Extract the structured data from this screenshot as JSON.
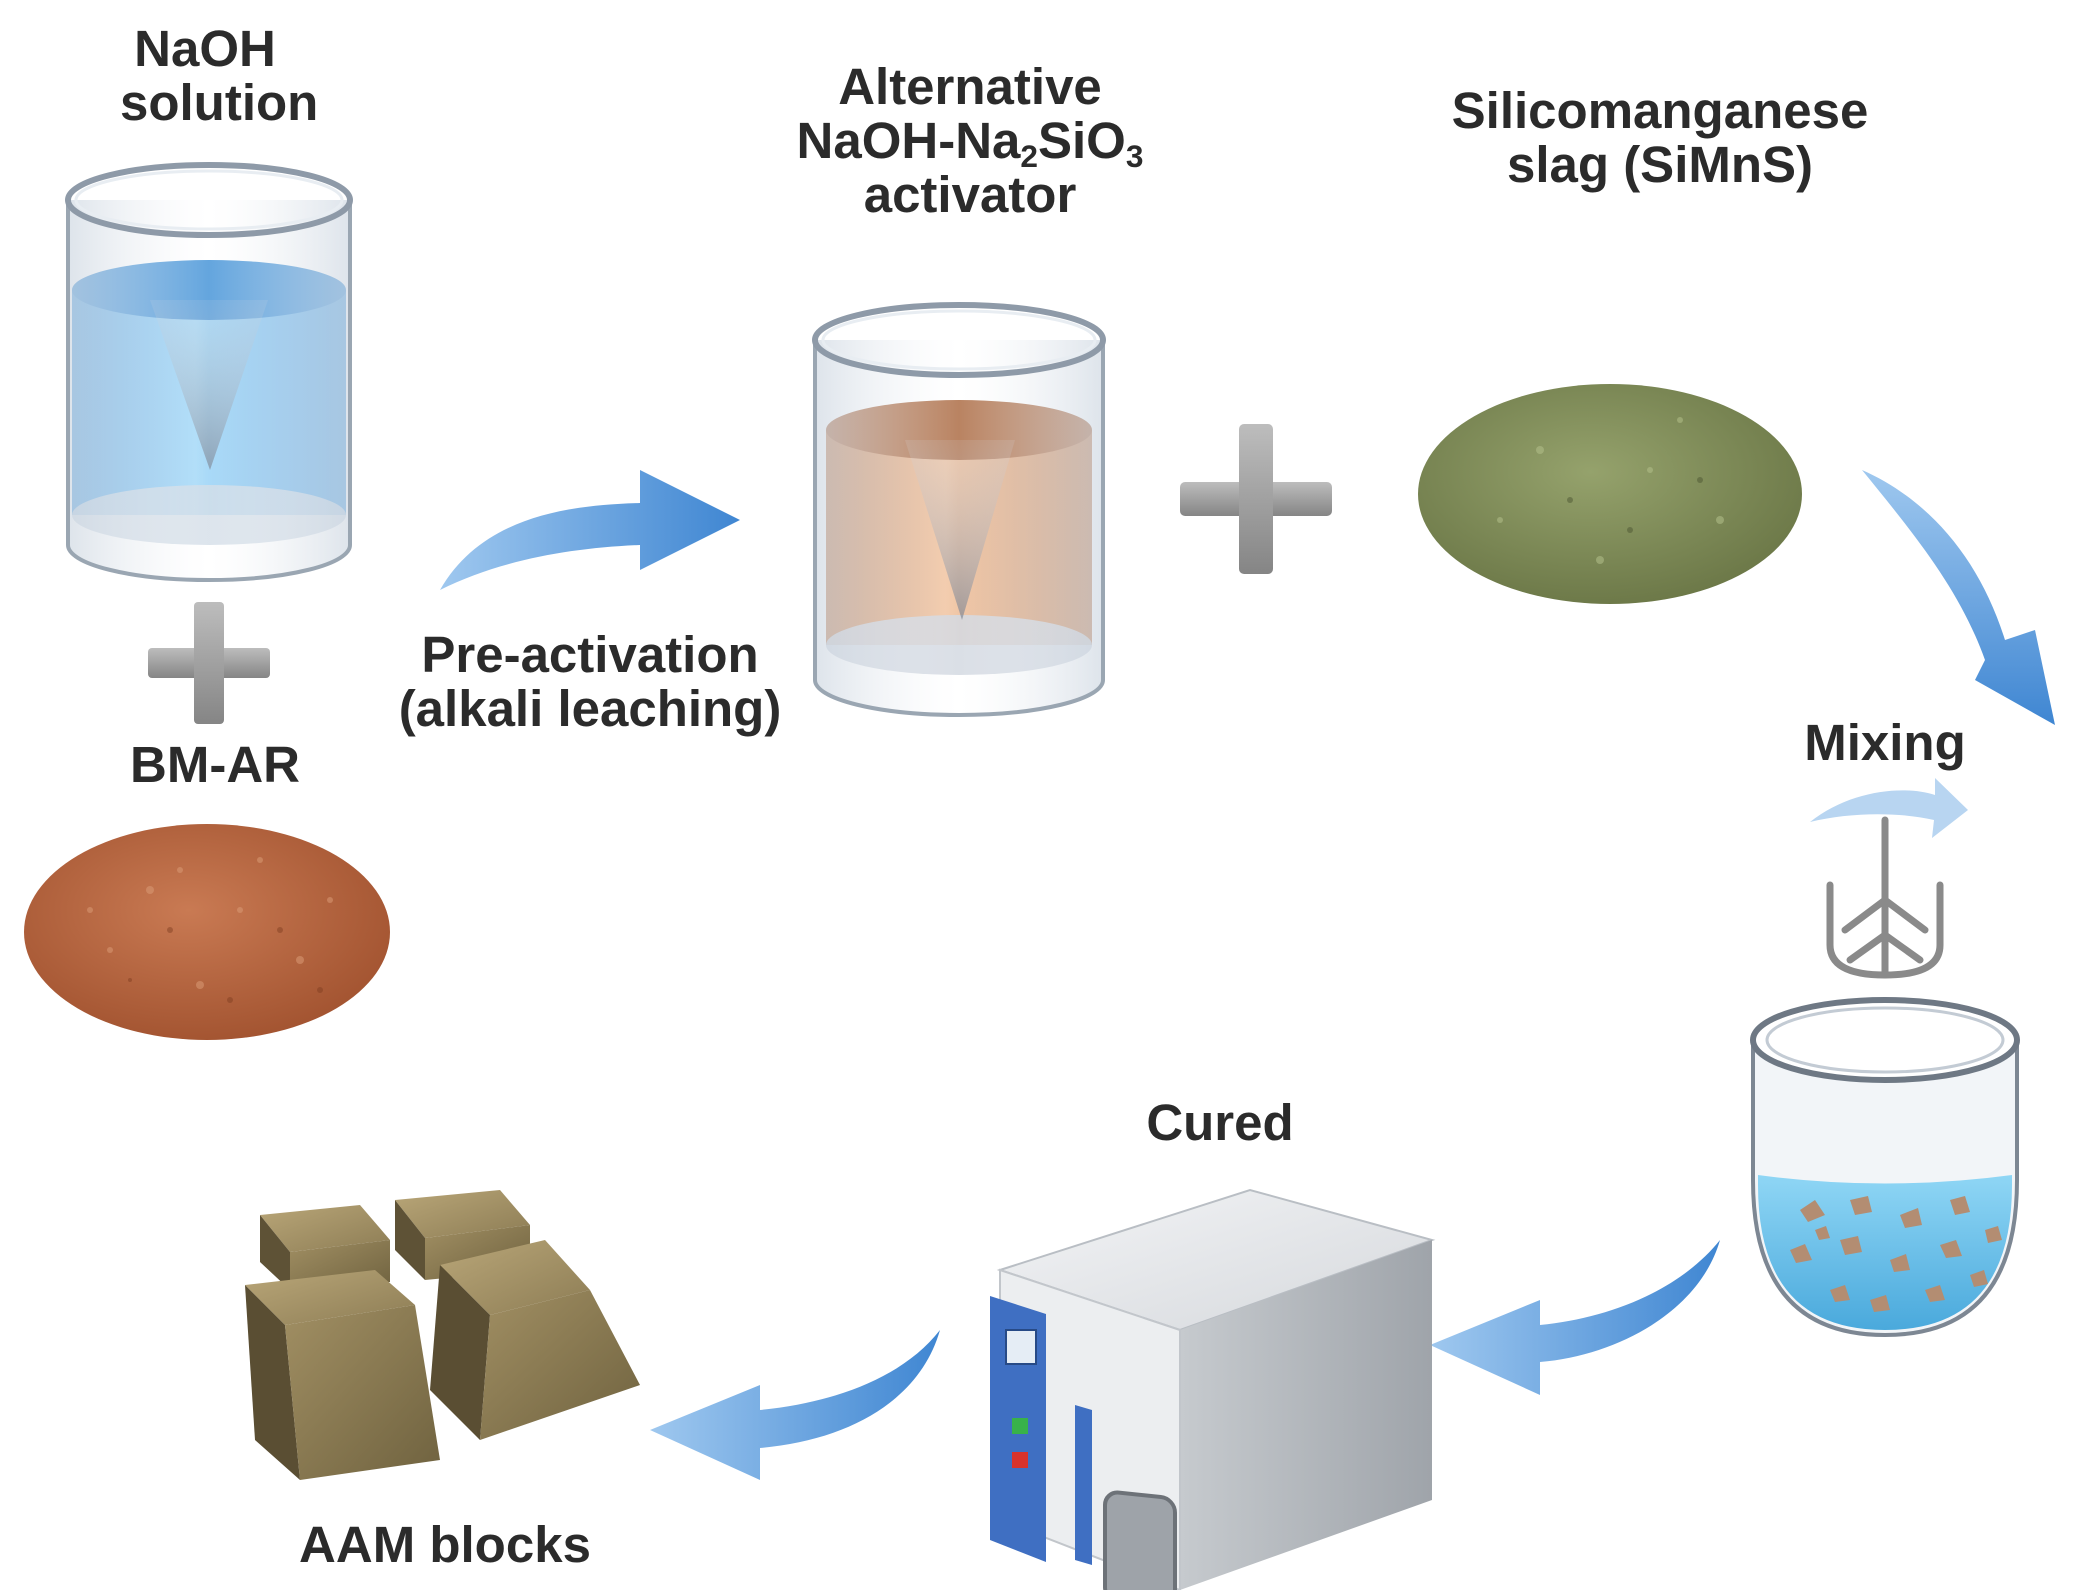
{
  "labels": {
    "naoh_line1": "NaOH",
    "naoh_line2": "solution",
    "bmar": "BM-AR",
    "preact_line1": "Pre-activation",
    "preact_line2": "(alkali leaching)",
    "alt_line1": "Alternative",
    "alt_line2_a": "NaOH-Na",
    "alt_line2_sub1": "2",
    "alt_line2_b": "SiO",
    "alt_line2_sub2": "3",
    "alt_line3": "activator",
    "simns_line1": "Silicomanganese",
    "simns_line2": "slag (SiMnS)",
    "mixing": "Mixing",
    "cured": "Cured",
    "aam": "AAM blocks"
  },
  "colors": {
    "naoh_liquid": "#4da6e8",
    "activator_liquid": "#c9834f",
    "bmar_powder": "#b4603a",
    "simns_powder": "#7c8a55",
    "arrow_blue": "#4f92d6",
    "plus_gray": "#9a9a9a",
    "oven_body": "#e4e6e9",
    "oven_panel": "#3f6fc2",
    "mix_liquid": "#5fbfe8",
    "block_color": "#8f7f55"
  },
  "icons": [
    "beaker-icon",
    "plus-icon",
    "powder-icon",
    "curved-arrow-icon",
    "stirrer-icon",
    "mixing-bowl-icon",
    "oven-icon",
    "blocks-icon"
  ]
}
